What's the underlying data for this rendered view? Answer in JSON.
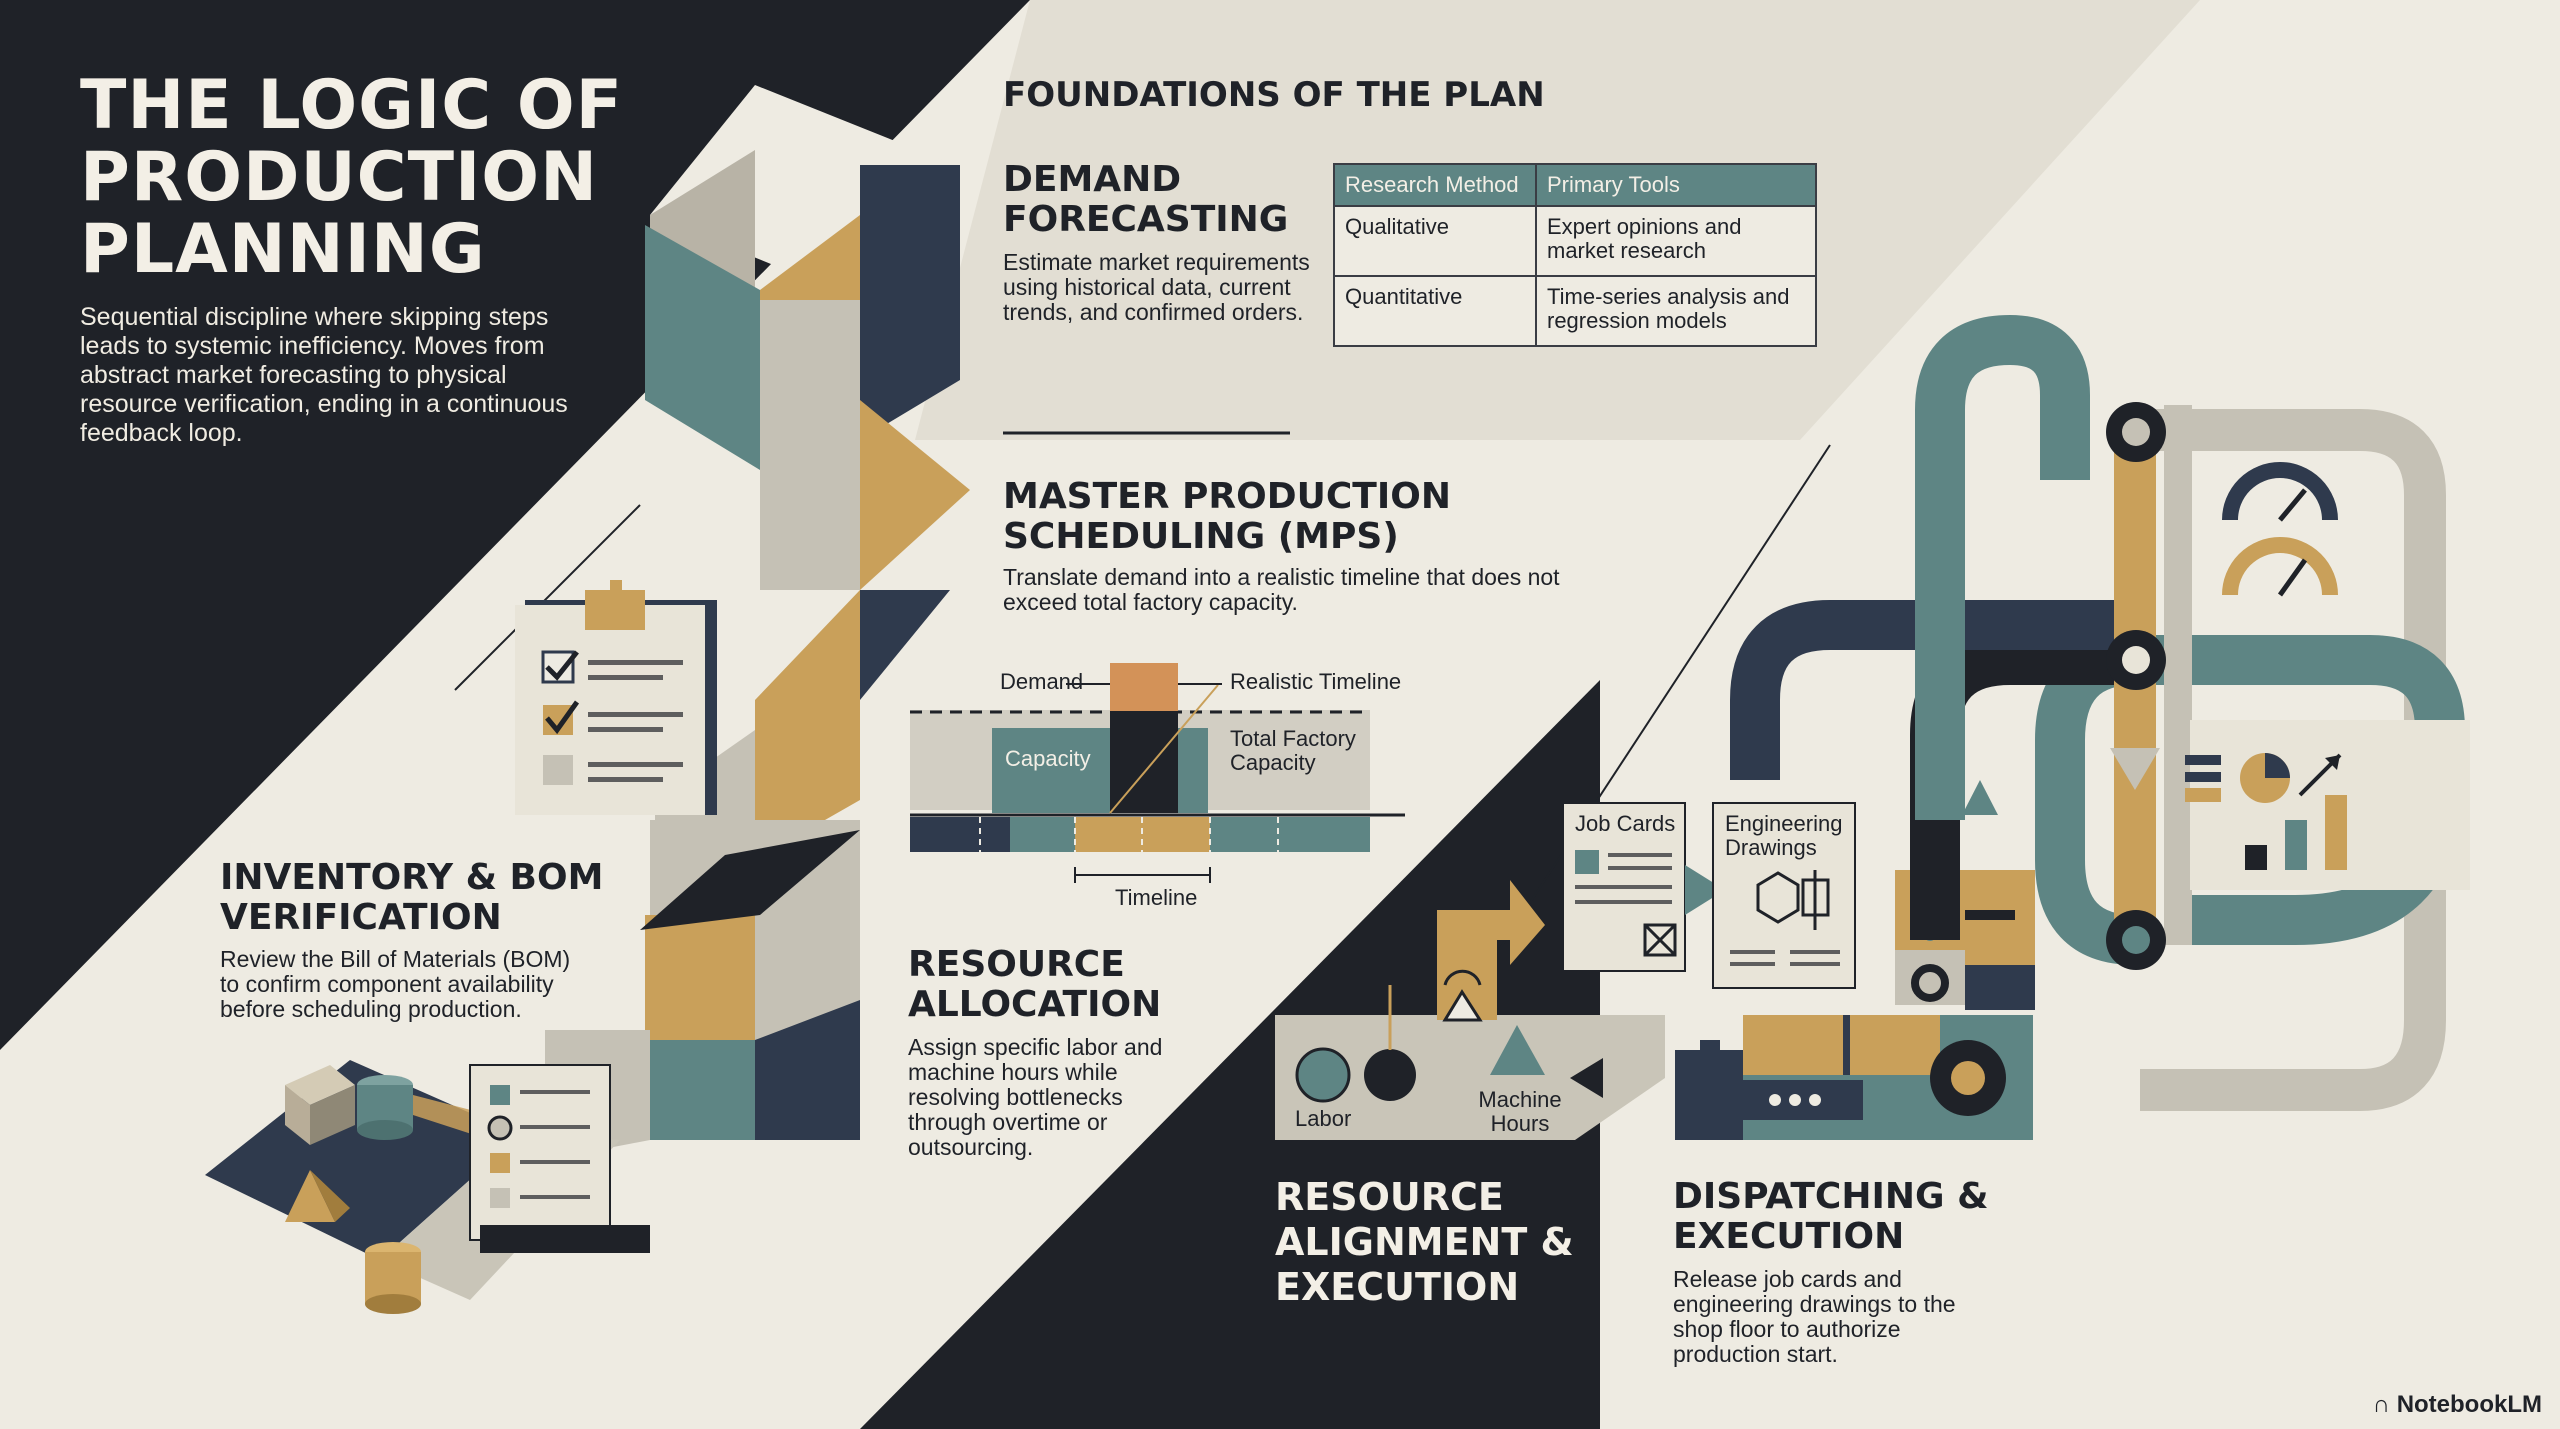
{
  "title": "THE LOGIC OF PRODUCTION PLANNING",
  "intro": "Sequential discipline where skipping steps leads to systemic inefficiency. Moves from abstract market forecasting to physical resource verification, ending in a continuous feedback loop.",
  "foundations": {
    "heading": "FOUNDATIONS OF THE PLAN",
    "demand_forecasting": {
      "title": "DEMAND FORECASTING",
      "body": "Estimate market requirements using historical data, current trends, and confirmed orders.",
      "table": {
        "headers": [
          "Research Method",
          "Primary Tools"
        ],
        "rows": [
          [
            "Qualitative",
            "Expert opinions and market research"
          ],
          [
            "Quantitative",
            "Time-series analysis and regression models"
          ]
        ]
      }
    }
  },
  "mps": {
    "title": "MASTER PRODUCTION SCHEDULING (MPS)",
    "body": "Translate demand into a realistic timeline that does not exceed total factory capacity.",
    "diagram": {
      "demand": "Demand",
      "realistic_timeline": "Realistic Timeline",
      "capacity": "Capacity",
      "total_factory_capacity": "Total Factory Capacity",
      "timeline": "Timeline"
    }
  },
  "inventory": {
    "title": "INVENTORY & BOM VERIFICATION",
    "body": "Review the Bill of Materials (BOM) to confirm component availability before scheduling production."
  },
  "resource_allocation": {
    "title": "RESOURCE ALLOCATION",
    "body": "Assign specific labor and machine hours while resolving bottlenecks through overtime or outsourcing."
  },
  "resource_alignment": {
    "title": "RESOURCE ALIGNMENT & EXECUTION",
    "labor": "Labor",
    "machine_hours": "Machine Hours"
  },
  "dispatching": {
    "title": "DISPATCHING & EXECUTION",
    "body": "Release job cards and engineering drawings to the shop floor to authorize production start.",
    "job_cards": "Job Cards",
    "engineering_drawings": "Engineering Drawings"
  },
  "brand": "NotebookLM",
  "colors": {
    "navy": "#1f2228",
    "teal": "#5e8584",
    "ochre": "#c9a05a",
    "cream": "#eeebe2",
    "stone": "#c5c1b5",
    "slate": "#2f3a4d"
  }
}
